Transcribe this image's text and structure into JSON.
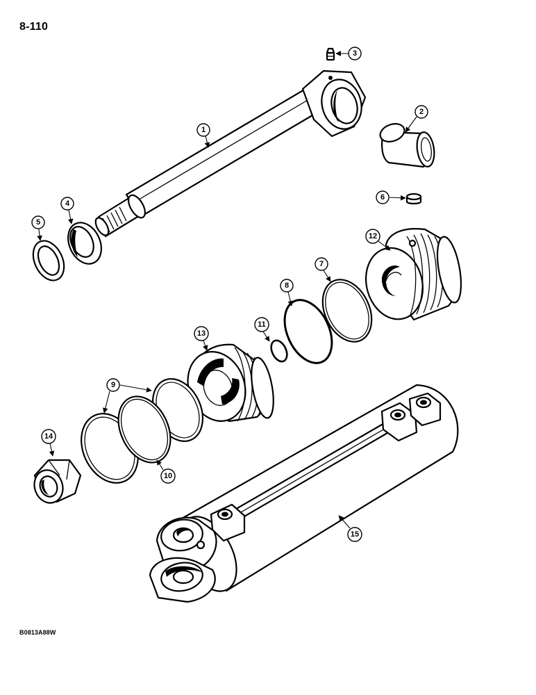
{
  "page_number": "8-110",
  "figure_code": "B0813A88W",
  "callouts": [
    "1",
    "2",
    "3",
    "4",
    "5",
    "6",
    "7",
    "8",
    "9",
    "10",
    "11",
    "12",
    "13",
    "14",
    "15"
  ]
}
